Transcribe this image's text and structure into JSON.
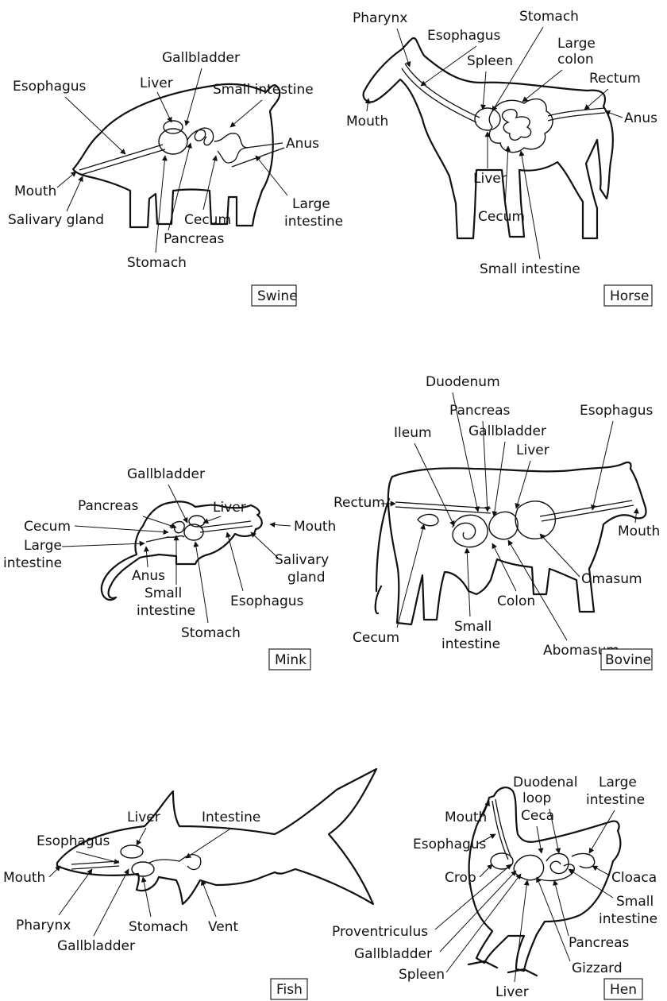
{
  "panels": {
    "swine": {
      "name": "Swine",
      "labels": {
        "esophagus": "Esophagus",
        "liver": "Liver",
        "gallbladder": "Gallbladder",
        "small_intestine": "Small intestine",
        "anus": "Anus",
        "mouth": "Mouth",
        "salivary_gland": "Salivary gland",
        "cecum": "Cecum",
        "pancreas": "Pancreas",
        "stomach": "Stomach",
        "large_intestine_1": "Large",
        "large_intestine_2": "intestine"
      }
    },
    "horse": {
      "name": "Horse",
      "labels": {
        "pharynx": "Pharynx",
        "esophagus": "Esophagus",
        "stomach": "Stomach",
        "spleen": "Spleen",
        "large_colon_1": "Large",
        "large_colon_2": "colon",
        "rectum": "Rectum",
        "mouth": "Mouth",
        "anus": "Anus",
        "liver": "Liver",
        "cecum": "Cecum",
        "small_intestine": "Small intestine"
      }
    },
    "mink": {
      "name": "Mink",
      "labels": {
        "gallbladder": "Gallbladder",
        "pancreas": "Pancreas",
        "liver": "Liver",
        "cecum": "Cecum",
        "mouth": "Mouth",
        "large_intestine_1": "Large",
        "large_intestine_2": "intestine",
        "salivary_gland_1": "Salivary",
        "salivary_gland_2": "gland",
        "anus": "Anus",
        "small_intestine_1": "Small",
        "small_intestine_2": "intestine",
        "esophagus": "Esophagus",
        "stomach": "Stomach"
      }
    },
    "bovine": {
      "name": "Bovine",
      "labels": {
        "duodenum": "Duodenum",
        "pancreas": "Pancreas",
        "esophagus": "Esophagus",
        "ileum": "Ileum",
        "gallbladder": "Gallbladder",
        "liver": "Liver",
        "rectum": "Rectum",
        "mouth": "Mouth",
        "omasum": "Omasum",
        "colon": "Colon",
        "cecum": "Cecum",
        "small_intestine_1": "Small",
        "small_intestine_2": "intestine",
        "abomasum": "Abomasum"
      }
    },
    "fish": {
      "name": "Fish",
      "labels": {
        "liver": "Liver",
        "intestine": "Intestine",
        "esophagus": "Esophagus",
        "mouth": "Mouth",
        "pharynx": "Pharynx",
        "stomach": "Stomach",
        "vent": "Vent",
        "gallbladder": "Gallbladder"
      }
    },
    "hen": {
      "name": "Hen",
      "labels": {
        "duodenal_loop_1": "Duodenal",
        "duodenal_loop_2": "loop",
        "large_intestine_1": "Large",
        "large_intestine_2": "intestine",
        "mouth": "Mouth",
        "ceca": "Ceca",
        "esophagus": "Esophagus",
        "crop": "Crop",
        "cloaca": "Cloaca",
        "small_intestine_1": "Small",
        "small_intestine_2": "intestine",
        "proventriculus": "Proventriculus",
        "pancreas": "Pancreas",
        "gallbladder": "Gallbladder",
        "gizzard": "Gizzard",
        "spleen": "Spleen",
        "liver": "Liver"
      }
    }
  }
}
